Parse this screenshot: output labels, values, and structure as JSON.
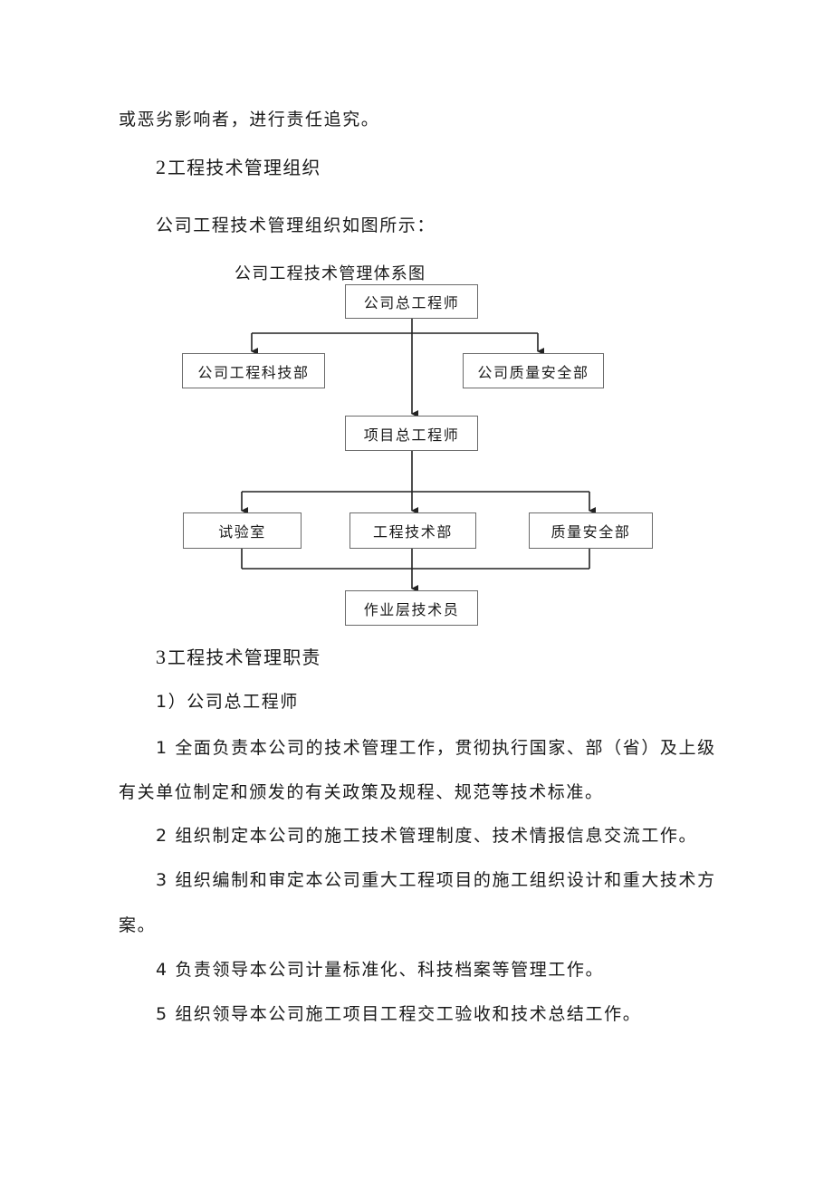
{
  "paragraphs": {
    "p_top": "或恶劣影响者，进行责任追究。",
    "h2_num": "2",
    "h2_text": "工程技术管理组织",
    "p_intro": "公司工程技术管理组织如图所示：",
    "h3_num": "3",
    "h3_text": "工程技术管理职责",
    "sub1": "1）公司总工程师",
    "item1_a": "1 全面负责本公司的技术管理工作，贯彻执行国家、部（省）及上级",
    "item1_b": "有关单位制定和颁发的有关政策及规程、规范等技术标准。",
    "item2": "2 组织制定本公司的施工技术管理制度、技术情报信息交流工作。",
    "item3_a": "3 组织编制和审定本公司重大工程项目的施工组织设计和重大技术方",
    "item3_b": "案。",
    "item4": "4 负责领导本公司计量标准化、科技档案等管理工作。",
    "item5": "5 组织领导本公司施工项目工程交工验收和技术总结工作。"
  },
  "org_chart": {
    "title": "公司工程技术管理体系图",
    "nodes": {
      "chief_engineer": "公司总工程师",
      "tech_dept": "公司工程科技部",
      "quality_dept": "公司质量安全部",
      "project_engineer": "项目总工程师",
      "lab": "试验室",
      "eng_tech_dept": "工程技术部",
      "qs_dept": "质量安全部",
      "field_tech": "作业层技术员"
    },
    "line_color": "#222222",
    "box_border_color": "#6a6a6a"
  }
}
